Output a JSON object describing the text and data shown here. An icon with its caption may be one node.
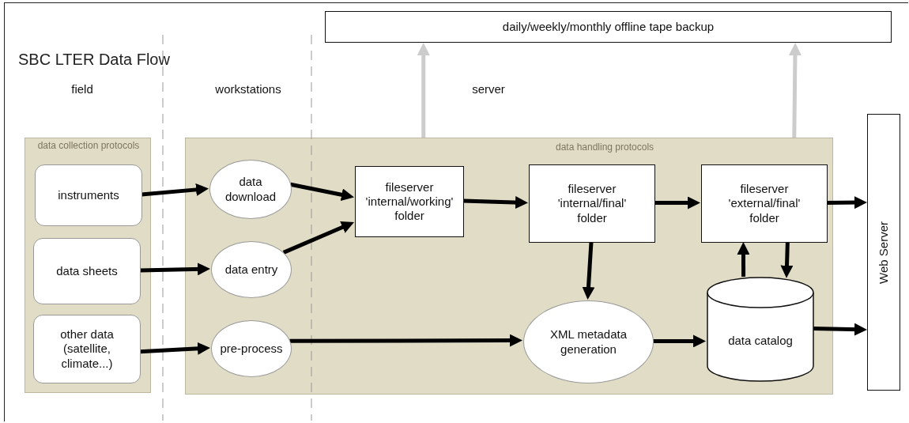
{
  "diagram": {
    "title": "SBC LTER Data Flow",
    "nodes": [
      {
        "text": [
          "data collection protocols"
        ]
      },
      {
        "text": [
          "data handling protocols"
        ]
      },
      {
        "text": [
          "instruments"
        ],
        "in": 0
      },
      {
        "text": [
          "data sheets"
        ],
        "in": 0
      },
      {
        "text": [
          "other data (satellite, climate...)"
        ],
        "in": 0
      },
      {
        "text": [
          "data download"
        ],
        "in": 1
      },
      {
        "text": [
          "data entry"
        ],
        "in": 1
      },
      {
        "text": [
          "pre-process"
        ],
        "in": 1
      },
      {
        "text": [
          "fileserver 'internal/working' folder"
        ],
        "in": 1
      },
      {
        "text": [
          "fileserver 'internal/final' folder"
        ],
        "in": 1
      },
      {
        "text": [
          "fileserver 'external/final' folder"
        ],
        "in": 1
      },
      {
        "text": [
          "XML metadata generation"
        ],
        "in": 1
      },
      {
        "text": [
          "data catalog"
        ],
        "in": 1
      },
      {
        "text": [
          "Web Server"
        ]
      },
      {
        "text": [
          "daily/weekly/monthly offline tape backup"
        ]
      }
    ],
    "edges": [
      {
        "from": 2,
        "to": 5,
        "arrow": "to"
      },
      {
        "from": 3,
        "to": 6,
        "arrow": "to"
      },
      {
        "from": 4,
        "to": 7,
        "arrow": "to"
      },
      {
        "from": 5,
        "to": 8,
        "arrow": "to"
      },
      {
        "from": 6,
        "to": 8,
        "arrow": "to"
      },
      {
        "from": 7,
        "to": 11,
        "arrow": "to"
      },
      {
        "from": 8,
        "to": 9,
        "arrow": "to"
      },
      {
        "from": 9,
        "to": 10,
        "arrow": "to"
      },
      {
        "from": 9,
        "to": 11,
        "arrow": "to"
      },
      {
        "from": 11,
        "to": 12,
        "arrow": "to"
      },
      {
        "from": 12,
        "to": 10,
        "arrow": "to"
      },
      {
        "from": 10,
        "to": 12,
        "arrow": "to"
      },
      {
        "from": 10,
        "to": 13,
        "arrow": "to"
      },
      {
        "from": 12,
        "to": 13,
        "arrow": "to"
      },
      {
        "from": 1,
        "to": 14,
        "arrow": "to",
        "color": "#cccccc"
      },
      {
        "from": 1,
        "to": 14,
        "arrow": "to",
        "color": "#cccccc"
      }
    ],
    "labels": [
      "field",
      "workstations",
      "server"
    ]
  }
}
